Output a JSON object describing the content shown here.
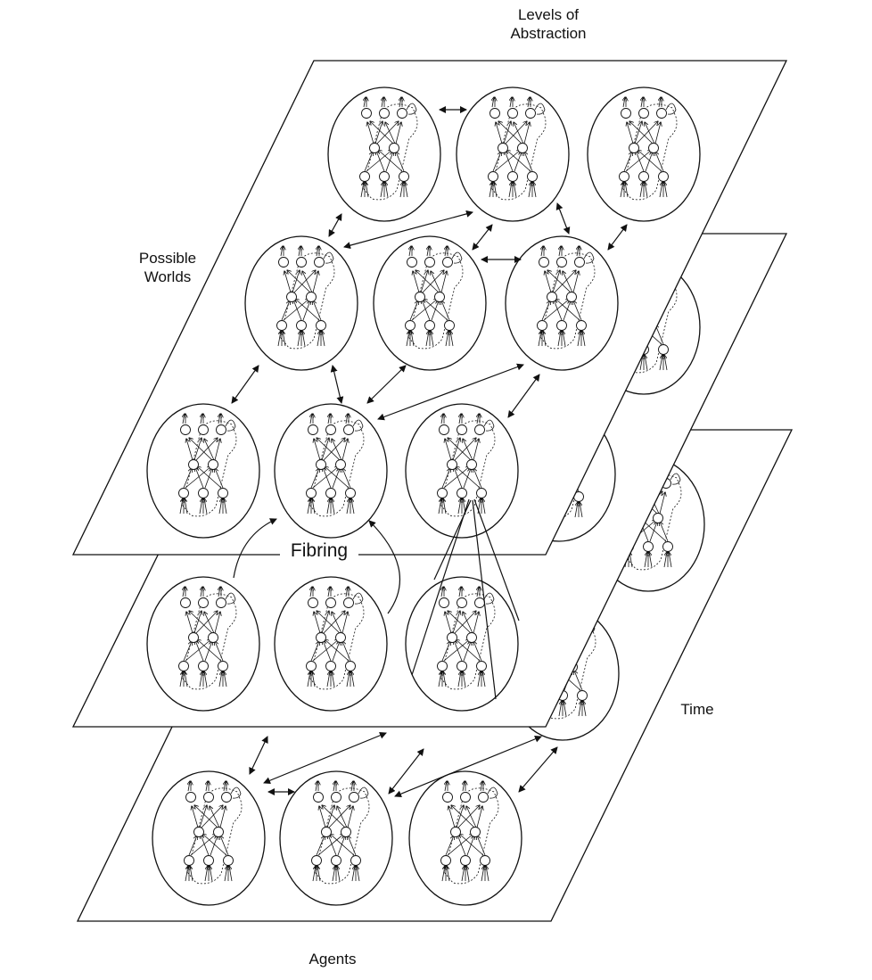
{
  "labels": {
    "levels_of_abstraction_line1": "Levels of",
    "levels_of_abstraction_line2": "Abstraction",
    "possible_worlds_line1": "Possible",
    "possible_worlds_line2": "Worlds",
    "fibring": "Fibring",
    "time": "Time",
    "agents": "Agents"
  },
  "colors": {
    "stroke": "#111111",
    "fill": "#ffffff",
    "background": "#ffffff"
  },
  "structure": {
    "planes": [
      "front-plane",
      "middle-plane",
      "bottom-plane",
      "back-plane"
    ],
    "network_icon": "recurrent-neural-network"
  }
}
